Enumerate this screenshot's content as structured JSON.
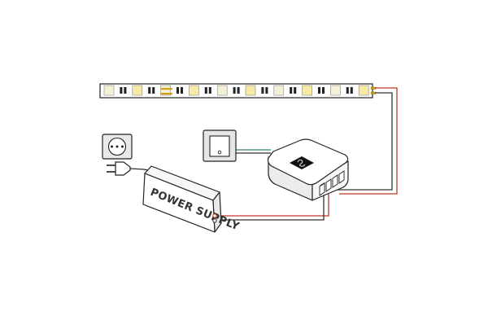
{
  "diagram": {
    "power_supply": {
      "label": "POWER SUPPLY"
    },
    "components": [
      {
        "name": "led-strip",
        "icon": "led-strip-icon"
      },
      {
        "name": "wall-socket",
        "icon": "socket-icon"
      },
      {
        "name": "power-plug",
        "icon": "plug-icon"
      },
      {
        "name": "power-supply",
        "icon": "power-supply-icon"
      },
      {
        "name": "wall-switch",
        "icon": "switch-icon"
      },
      {
        "name": "controller",
        "icon": "controller-icon"
      }
    ],
    "colors": {
      "outline": "#222222",
      "led_white": "#f4f1d6",
      "led_warm": "#f7e9a6",
      "wire_red": "#c0392b",
      "wire_black": "#333333",
      "wire_green": "#2e8b57",
      "housing": "#f2f2f2"
    }
  }
}
